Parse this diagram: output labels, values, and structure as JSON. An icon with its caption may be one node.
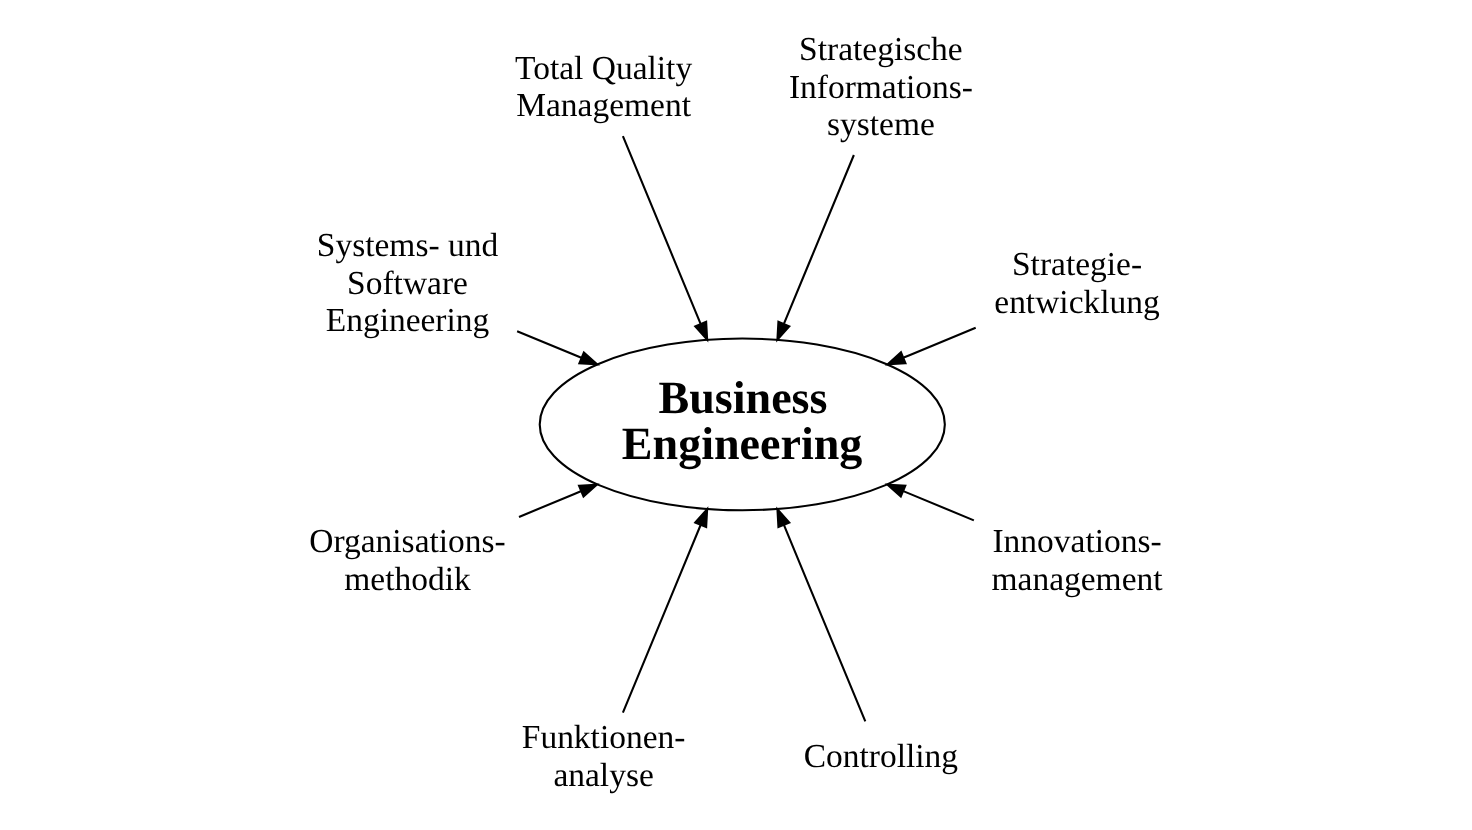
{
  "diagram": {
    "nodes": [
      {
        "text": [
          "Business Engineering"
        ]
      },
      {
        "text": [
          "Strategie- entwicklung"
        ]
      },
      {
        "text": [
          "Innovations- management"
        ]
      },
      {
        "text": [
          "Strategische Informations- systeme"
        ]
      },
      {
        "text": [
          "Controlling"
        ]
      },
      {
        "text": [
          "Total Quality Management"
        ]
      },
      {
        "text": [
          "Funktionen- analyse"
        ]
      },
      {
        "text": [
          "Systems- und Software Engineering"
        ]
      },
      {
        "text": [
          "Organisations- methodik"
        ]
      }
    ],
    "edges": [
      {
        "from": 1,
        "to": 0,
        "arrow": "to"
      },
      {
        "from": 2,
        "to": 0,
        "arrow": "to"
      },
      {
        "from": 3,
        "to": 0,
        "arrow": "to"
      },
      {
        "from": 4,
        "to": 0,
        "arrow": "to"
      },
      {
        "from": 5,
        "to": 0,
        "arrow": "to"
      },
      {
        "from": 6,
        "to": 0,
        "arrow": "to"
      },
      {
        "from": 7,
        "to": 0,
        "arrow": "to"
      },
      {
        "from": 8,
        "to": 0,
        "arrow": "to"
      }
    ]
  }
}
